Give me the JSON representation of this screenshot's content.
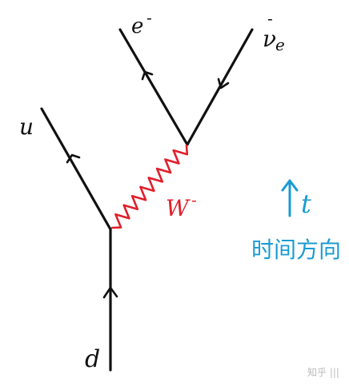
{
  "diagram": {
    "particles": {
      "d": "d",
      "u": "u",
      "electron": "e",
      "electron_charge": "-",
      "antineutrino": "ν",
      "antineutrino_bar": "-",
      "antineutrino_sub": "e",
      "w_boson": "W",
      "w_charge": "-"
    },
    "time_axis": {
      "symbol": "t",
      "caption": "时间方向"
    },
    "colors": {
      "lines": "#111111",
      "w_boson": "#e0202c",
      "time_axis": "#1a9bd2"
    }
  },
  "watermark": "知乎 |||"
}
